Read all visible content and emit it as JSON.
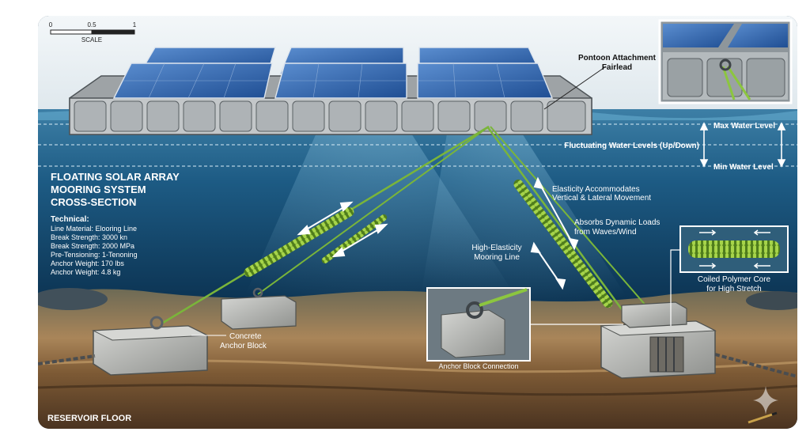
{
  "scale_bar": {
    "ticks": [
      "0",
      "0.5",
      "1"
    ],
    "label": "SCALE"
  },
  "title": {
    "line1": "FLOATING SOLAR ARRAY",
    "line2": "MOORING SYSTEM",
    "line3": "CROSS-SECTION"
  },
  "technical": {
    "heading": "Technical:",
    "lines": [
      "Line Material: Elooring Line",
      "Break Strength: 3000 kn",
      "Break Strength: 2000 MPa",
      "Pre-Tensioning: 1-Tenoning",
      "Anchor Weight: 170 lbs",
      "Anchor Weight: 4.8 kg"
    ]
  },
  "callouts": {
    "fairlead_1": "Pontoon Attachment",
    "fairlead_2": "Fairlead",
    "max_water": "Max Water Level",
    "min_water": "Min Water Level",
    "fluctuating": "Fluctuating Water Levels (Up/Down)",
    "elasticity_1": "Elasticity Accommodates",
    "elasticity_2": "Vertical & Lateral Movement",
    "absorbs_1": "Absorbs Dynamic Loads",
    "absorbs_2": "from Waves/Wind",
    "mooring_1": "High-Elasticity",
    "mooring_2": "Mooring Line",
    "anchor_1": "Concrete",
    "anchor_2": "Anchor Block",
    "connection": "Anchor Block Connection",
    "coiled_1": "Coiled Polymer Core",
    "coiled_2": "for High Stretch",
    "reservoir": "RESERVOIR FLOOR"
  },
  "colors": {
    "sky": "#eef4f7",
    "water_surface": "#4d93b8",
    "water_deep": "#0c3556",
    "mooring_green": "#8cc63f",
    "concrete": "#b7b9b6",
    "sediment": "#a67b4e"
  },
  "icons": {
    "sparkle": "sparkle-icon",
    "pen": "pen-icon"
  }
}
